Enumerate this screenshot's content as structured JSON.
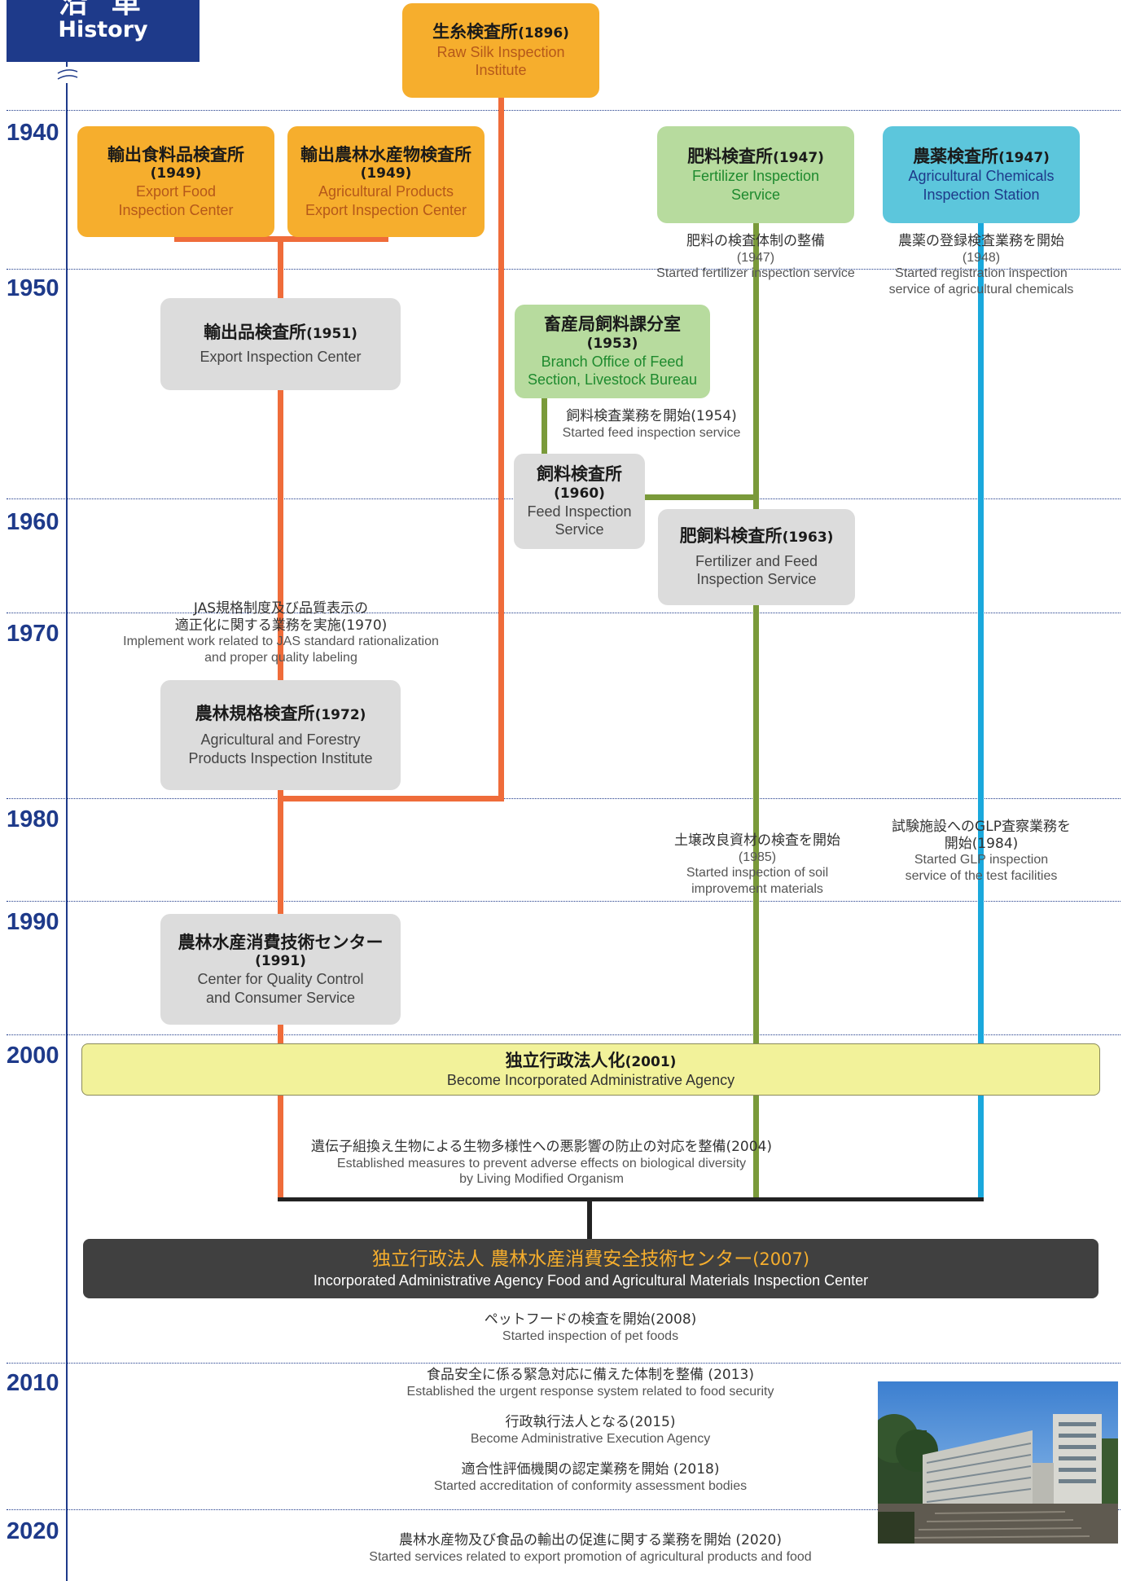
{
  "header": {
    "title_jp": "沿 革",
    "title_en": "History"
  },
  "years": [
    "1940",
    "1950",
    "1960",
    "1970",
    "1980",
    "1990",
    "2000",
    "2010",
    "2020"
  ],
  "boxes": {
    "raw_silk": {
      "name_jp": "生糸検査所",
      "year": "(1896)",
      "name_en_1": "Raw Silk Inspection",
      "name_en_2": "Institute"
    },
    "export_food": {
      "name_jp": "輸出食料品検査所",
      "year": "(1949)",
      "name_en_1": "Export Food",
      "name_en_2": "Inspection Center"
    },
    "agri_export": {
      "name_jp": "輸出農林水産物検査所",
      "year": "(1949)",
      "name_en_1": "Agricultural Products",
      "name_en_2": "Export Inspection Center"
    },
    "fertilizer": {
      "name_jp": "肥料検査所",
      "year": "(1947)",
      "name_en_1": "Fertilizer Inspection",
      "name_en_2": "Service"
    },
    "agri_chem": {
      "name_jp": "農薬検査所",
      "year": "(1947)",
      "name_en_1": "Agricultural Chemicals",
      "name_en_2": "Inspection Station"
    },
    "export_insp": {
      "name_jp": "輸出品検査所",
      "year": "(1951)",
      "name_en_1": "Export Inspection Center"
    },
    "feed_branch": {
      "name_jp": "畜産局飼料課分室",
      "year": "(1953)",
      "name_en_1": "Branch Office of Feed",
      "name_en_2": "Section, Livestock Bureau"
    },
    "feed_insp": {
      "name_jp": "飼料検査所",
      "year": "(1960)",
      "name_en_1": "Feed Inspection",
      "name_en_2": "Service"
    },
    "fert_feed": {
      "name_jp": "肥飼料検査所",
      "year": "(1963)",
      "name_en_1": "Fertilizer and Feed",
      "name_en_2": "Inspection Service"
    },
    "agri_forestry": {
      "name_jp": "農林規格検査所",
      "year": "(1972)",
      "name_en_1": "Agricultural and Forestry",
      "name_en_2": "Products Inspection Institute"
    },
    "center_qc": {
      "name_jp": "農林水産消費技術センター",
      "year": "(1991)",
      "name_en_1": "Center for Quality Control",
      "name_en_2": "and Consumer Service"
    },
    "iaa": {
      "name_jp": "独立行政法人化",
      "year": "(2001)",
      "name_en": "Become Incorporated Administrative Agency"
    },
    "famic": {
      "name_jp": "独立行政法人 農林水産消費安全技術センター",
      "year": "(2007)",
      "name_en": "Incorporated Administrative Agency Food and Agricultural Materials  Inspection Center"
    }
  },
  "notes": {
    "fert_sys": {
      "jp": "肥料の検査体制の整備",
      "year": "(1947)",
      "en": "Started fertilizer inspection service"
    },
    "chem_reg": {
      "jp": "農薬の登録検査業務を開始",
      "year": "(1948)",
      "en_1": "Started registration inspection",
      "en_2": "service of agricultural chemicals"
    },
    "feed_start": {
      "jp": "飼料検査業務を開始(1954)",
      "en": "Started feed inspection service"
    },
    "jas": {
      "jp_1": "JAS規格制度及び品質表示の",
      "jp_2": "適正化に関する業務を実施(1970)",
      "en_1": "Implement work related to JAS standard rationalization",
      "en_2": "and proper quality labeling"
    },
    "soil": {
      "jp": "土壌改良資材の検査を開始",
      "year": "(1985)",
      "en_1": "Started inspection of soil",
      "en_2": "improvement materials"
    },
    "glp": {
      "jp_1": "試験施設へのGLP査察業務を",
      "jp_2": "開始(1984)",
      "en_1": "Started GLP inspection",
      "en_2": "service of the test facilities"
    },
    "lmo": {
      "jp": "遺伝子組換え生物による生物多様性への悪影響の防止の対応を整備(2004)",
      "en_1": "Established measures to prevent adverse effects on biological diversity",
      "en_2": "by Living Modified Organism"
    },
    "pet": {
      "jp": "ペットフードの検査を開始(2008)",
      "en": "Started inspection of pet foods"
    },
    "urgent": {
      "jp": "食品安全に係る緊急対応に備えた体制を整備 (2013)",
      "en": "Established the urgent response system related to food security"
    },
    "aea": {
      "jp": "行政執行法人となる(2015)",
      "en": "Become Administrative Execution Agency"
    },
    "accred": {
      "jp": "適合性評価機関の認定業務を開始 (2018)",
      "en": "Started accreditation of conformity assessment bodies"
    },
    "export_promo": {
      "jp": "農林水産物及び食品の輸出の促進に関する業務を開始 (2020)",
      "en": "Started services related to export promotion of agricultural products and food"
    }
  },
  "colors": {
    "navy": "#1e3a8a",
    "orange_line": "#ef6c3a",
    "green_line": "#7a9a3a",
    "cyan_line": "#1aa8dc",
    "orange_box": "#f6ae2d",
    "grey_box": "#dcdcdc",
    "green_box": "#b7db9e",
    "cyan_box": "#5cc6dc",
    "yellow_box": "#f2f29a",
    "dark_box": "#404040"
  }
}
